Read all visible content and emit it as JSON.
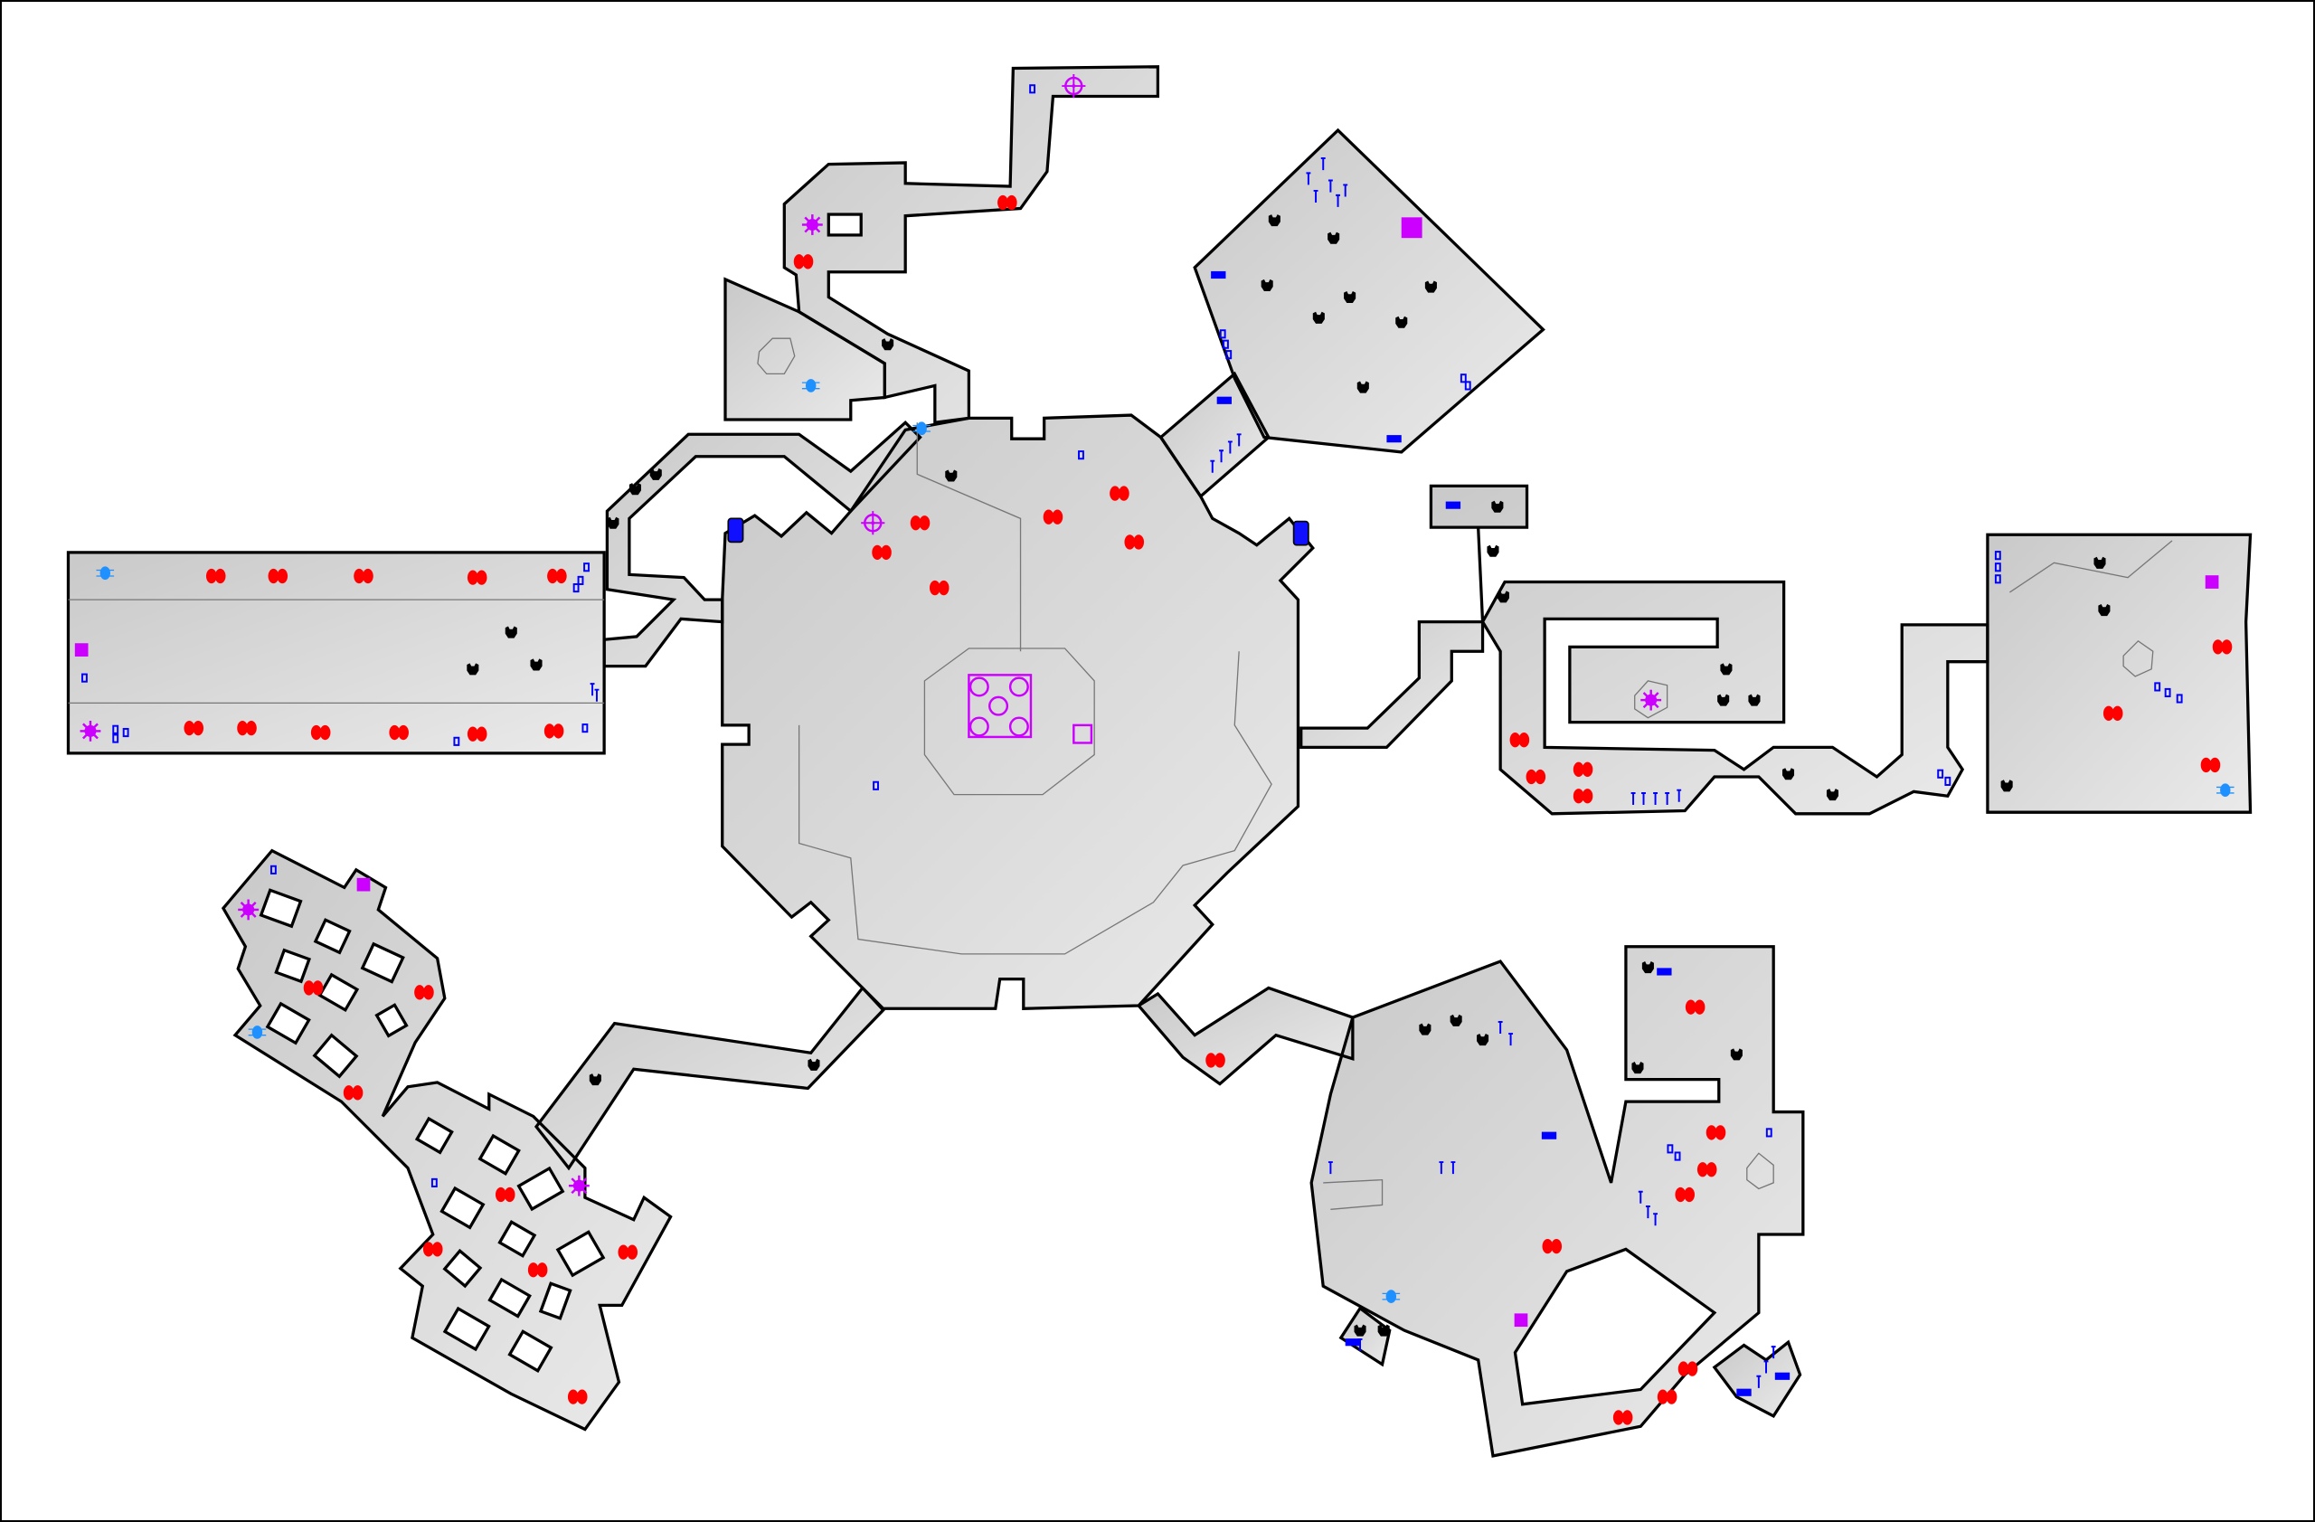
{
  "map": {
    "colors": {
      "outline": "#000000",
      "floor_shade": "#9a9a9a",
      "danger_overlay": "#f05050",
      "enemy_marker": "#ff0000",
      "monster_icon": "#000000",
      "item_icon": "#0000ff",
      "special_marker": "#cc00ff",
      "armor_icon": "#1e90ff"
    },
    "marker_types": [
      {
        "id": "enemy",
        "icon": "red-double-oval-icon"
      },
      {
        "id": "monster",
        "icon": "imp-icon"
      },
      {
        "id": "item",
        "icon": "blue-item-icon"
      },
      {
        "id": "special-square",
        "icon": "purple-square-icon"
      },
      {
        "id": "special-burst",
        "icon": "purple-burst-icon"
      },
      {
        "id": "spawn",
        "icon": "crosshair-icon"
      },
      {
        "id": "armor",
        "icon": "beetle-icon"
      },
      {
        "id": "key",
        "icon": "key-icon"
      }
    ]
  }
}
